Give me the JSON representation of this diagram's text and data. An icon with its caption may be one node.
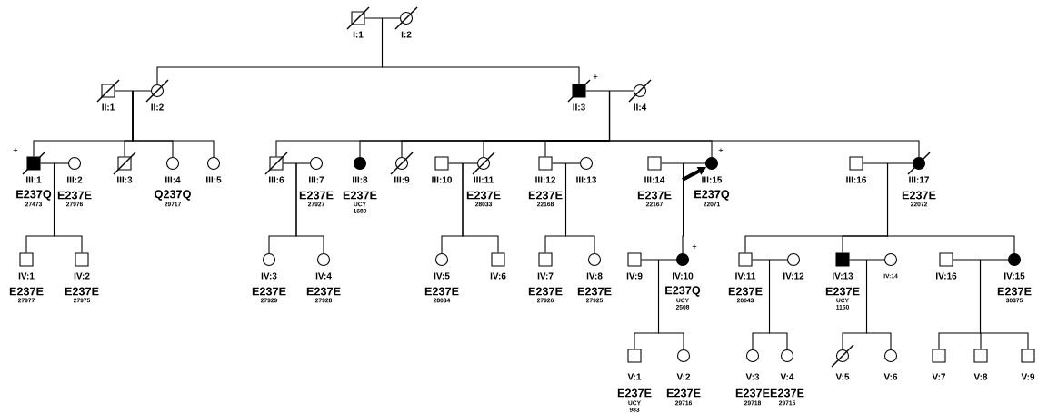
{
  "diagram": {
    "nodes": [
      {
        "text": [],
        "shape": "box",
        "beside": [
          "I:1"
        ]
      },
      {
        "text": [],
        "shape": "circle",
        "beside": [
          "I:2"
        ]
      },
      {
        "text": [],
        "shape": "box",
        "beside": [
          "II:1"
        ]
      },
      {
        "text": [],
        "shape": "circle",
        "beside": [
          "II:2"
        ]
      },
      {
        "text": [],
        "shape": "box",
        "beside": [
          "II:3"
        ]
      },
      {
        "text": [],
        "shape": "circle",
        "beside": [
          "II:4"
        ]
      },
      {
        "text": [],
        "shape": "box",
        "beside": [
          "III:1",
          "E237Q",
          "27473"
        ]
      },
      {
        "text": [],
        "shape": "circle",
        "beside": [
          "III:2",
          "E237E",
          "27976"
        ]
      },
      {
        "text": [],
        "shape": "box",
        "beside": [
          "III:3"
        ]
      },
      {
        "text": [],
        "shape": "circle",
        "beside": [
          "III:4",
          "Q237Q",
          "29717"
        ]
      },
      {
        "text": [],
        "shape": "circle",
        "beside": [
          "III:5"
        ]
      },
      {
        "text": [],
        "shape": "box",
        "beside": [
          "III:6"
        ]
      },
      {
        "text": [],
        "shape": "circle",
        "beside": [
          "III:7",
          "E237E",
          "27927"
        ]
      },
      {
        "text": [],
        "shape": "circle",
        "beside": [
          "III:8",
          "E237E",
          "UCY 1689"
        ]
      },
      {
        "text": [],
        "shape": "circle",
        "beside": [
          "III:9"
        ]
      },
      {
        "text": [],
        "shape": "box",
        "beside": [
          "III:10"
        ]
      },
      {
        "text": [],
        "shape": "circle",
        "beside": [
          "III:11",
          "E237E",
          "28033"
        ]
      },
      {
        "text": [],
        "shape": "box",
        "beside": [
          "III:12",
          "E237E",
          "22168"
        ]
      },
      {
        "text": [],
        "shape": "circle",
        "beside": [
          "III:13"
        ]
      },
      {
        "text": [],
        "shape": "box",
        "beside": [
          "III:14",
          "E237E",
          "22167"
        ]
      },
      {
        "text": [],
        "shape": "circle",
        "beside": [
          "III:15",
          "E237Q",
          "22071"
        ]
      },
      {
        "text": [],
        "shape": "box",
        "beside": [
          "III:16"
        ]
      },
      {
        "text": [],
        "shape": "circle",
        "beside": [
          "III:17",
          "E237E",
          "22072"
        ]
      },
      {
        "text": [],
        "shape": "box",
        "beside": [
          "IV:1",
          "E237E",
          "27977"
        ]
      },
      {
        "text": [],
        "shape": "box",
        "beside": [
          "IV:2",
          "E237E",
          "27975"
        ]
      },
      {
        "text": [],
        "shape": "circle",
        "beside": [
          "IV:3",
          "E237E",
          "27929"
        ]
      },
      {
        "text": [],
        "shape": "circle",
        "beside": [
          "IV:4",
          "E237E",
          "27928"
        ]
      },
      {
        "text": [],
        "shape": "circle",
        "beside": [
          "IV:5",
          "E237E",
          "28034"
        ]
      },
      {
        "text": [],
        "shape": "box",
        "beside": [
          "IV:6"
        ]
      },
      {
        "text": [],
        "shape": "box",
        "beside": [
          "IV:7",
          "E237E",
          "27926"
        ]
      },
      {
        "text": [],
        "shape": "circle",
        "beside": [
          "IV:8",
          "E237E",
          "27925"
        ]
      },
      {
        "text": [],
        "shape": "box",
        "beside": [
          "IV:9"
        ]
      },
      {
        "text": [],
        "shape": "circle",
        "beside": [
          "IV:10",
          "E237Q",
          "UCY 2508"
        ]
      },
      {
        "text": [],
        "shape": "box",
        "beside": [
          "IV:11",
          "E237E",
          "20643"
        ]
      },
      {
        "text": [],
        "shape": "circle",
        "beside": [
          "IV:12"
        ]
      },
      {
        "text": [],
        "shape": "box",
        "beside": [
          "IV:13",
          "E237E",
          "UCY 1150"
        ]
      },
      {
        "text": [],
        "shape": "circle",
        "beside": [
          "IV:14"
        ]
      },
      {
        "text": [],
        "shape": "box",
        "beside": [
          "IV:16"
        ]
      },
      {
        "text": [],
        "shape": "circle",
        "beside": [
          "IV:15",
          "E237E",
          "30375"
        ]
      },
      {
        "text": [],
        "shape": "box",
        "beside": [
          "V:1",
          "E237E",
          "UCY 983"
        ]
      },
      {
        "text": [],
        "shape": "circle",
        "beside": [
          "V:2",
          "E237E",
          "29716"
        ]
      },
      {
        "text": [],
        "shape": "circle",
        "beside": [
          "V:3",
          "E237E",
          "29718"
        ]
      },
      {
        "text": [],
        "shape": "circle",
        "beside": [
          "V:4",
          "E237E",
          "29715"
        ]
      },
      {
        "text": [],
        "shape": "circle",
        "beside": [
          "V:5"
        ]
      },
      {
        "text": [],
        "shape": "circle",
        "beside": [
          "V:6"
        ]
      },
      {
        "text": [],
        "shape": "box",
        "beside": [
          "V:7"
        ]
      },
      {
        "text": [],
        "shape": "box",
        "beside": [
          "V:8"
        ]
      },
      {
        "text": [],
        "shape": "box",
        "beside": [
          "V:9"
        ]
      }
    ],
    "edges": [
      {
        "from": 0,
        "to": 1,
        "arrow": "none"
      },
      {
        "from": 2,
        "to": 3,
        "arrow": "none"
      },
      {
        "from": 4,
        "to": 5,
        "arrow": "none"
      },
      {
        "from": 6,
        "to": 7,
        "arrow": "none"
      },
      {
        "from": 11,
        "to": 12,
        "arrow": "none"
      },
      {
        "from": 15,
        "to": 16,
        "arrow": "none"
      },
      {
        "from": 17,
        "to": 18,
        "arrow": "none"
      },
      {
        "from": 19,
        "to": 20,
        "arrow": "none"
      },
      {
        "from": 21,
        "to": 22,
        "arrow": "none"
      },
      {
        "from": 31,
        "to": 32,
        "arrow": "none"
      },
      {
        "from": 33,
        "to": 34,
        "arrow": "none"
      },
      {
        "from": 35,
        "to": 36,
        "arrow": "none"
      },
      {
        "from": 37,
        "to": 38,
        "arrow": "none"
      },
      {
        "from": 0,
        "to": 3,
        "arrow": "none"
      },
      {
        "from": 0,
        "to": 4,
        "arrow": "none"
      },
      {
        "from": 2,
        "to": 6,
        "arrow": "none"
      },
      {
        "from": 2,
        "to": 8,
        "arrow": "none"
      },
      {
        "from": 2,
        "to": 9,
        "arrow": "none"
      },
      {
        "from": 2,
        "to": 10,
        "arrow": "none"
      },
      {
        "from": 4,
        "to": 11,
        "arrow": "none"
      },
      {
        "from": 4,
        "to": 13,
        "arrow": "none"
      },
      {
        "from": 4,
        "to": 14,
        "arrow": "none"
      },
      {
        "from": 4,
        "to": 16,
        "arrow": "none"
      },
      {
        "from": 4,
        "to": 17,
        "arrow": "none"
      },
      {
        "from": 4,
        "to": 20,
        "arrow": "none"
      },
      {
        "from": 4,
        "to": 22,
        "arrow": "none"
      },
      {
        "from": 6,
        "to": 23,
        "arrow": "none"
      },
      {
        "from": 6,
        "to": 24,
        "arrow": "none"
      },
      {
        "from": 11,
        "to": 25,
        "arrow": "none"
      },
      {
        "from": 11,
        "to": 26,
        "arrow": "none"
      },
      {
        "from": 16,
        "to": 27,
        "arrow": "none"
      },
      {
        "from": 16,
        "to": 28,
        "arrow": "none"
      },
      {
        "from": 17,
        "to": 29,
        "arrow": "none"
      },
      {
        "from": 17,
        "to": 30,
        "arrow": "none"
      },
      {
        "from": 19,
        "to": 32,
        "arrow": "none"
      },
      {
        "from": 22,
        "to": 33,
        "arrow": "none"
      },
      {
        "from": 22,
        "to": 35,
        "arrow": "none"
      },
      {
        "from": 22,
        "to": 38,
        "arrow": "none"
      },
      {
        "from": 32,
        "to": 39,
        "arrow": "none"
      },
      {
        "from": 32,
        "to": 40,
        "arrow": "none"
      },
      {
        "from": 33,
        "to": 41,
        "arrow": "none"
      },
      {
        "from": 33,
        "to": 42,
        "arrow": "none"
      },
      {
        "from": 35,
        "to": 43,
        "arrow": "none"
      },
      {
        "from": 35,
        "to": 44,
        "arrow": "none"
      },
      {
        "from": 38,
        "to": 45,
        "arrow": "none"
      },
      {
        "from": 38,
        "to": 46,
        "arrow": "none"
      },
      {
        "from": 38,
        "to": 47,
        "arrow": "none"
      },
      {
        "from": null,
        "to": 20,
        "arrow": "to",
        "style": "thick"
      }
    ],
    "labels": [
      "+",
      "+",
      "+",
      "+"
    ]
  }
}
